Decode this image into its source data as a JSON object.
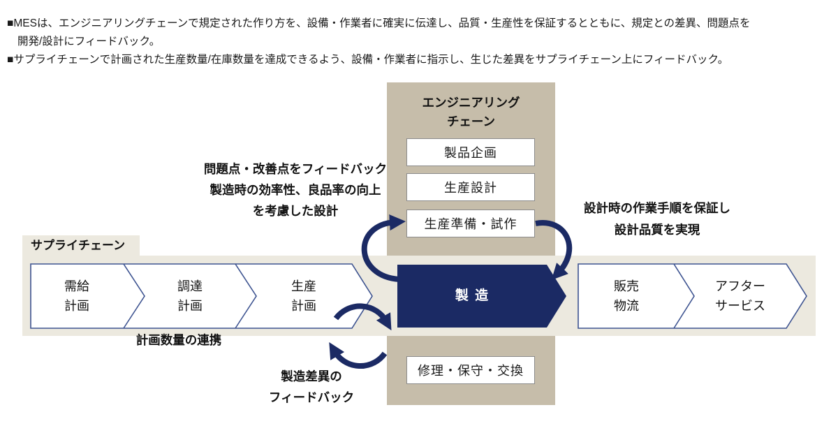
{
  "intro": {
    "bullet1_line1": "■MESは、エンジニアリングチェーンで規定された作り方を、設備・作業者に確実に伝達し、品質・生産性を保証するとともに、規定との差異、問題点を",
    "bullet1_line2": "開発/設計にフィードバック。",
    "bullet2": "■サプライチェーンで計画された生産数量/在庫数量を達成できるよう、設備・作業者に指示し、生じた差異をサプライチェーン上にフィードバック。"
  },
  "engineering_chain": {
    "title_line1": "エンジニアリング",
    "title_line2": "チェーン",
    "boxes": [
      "製品企画",
      "生産設計",
      "生産準備・試作"
    ],
    "bottom_box": "修理・保守・交換"
  },
  "supply_chain": {
    "label": "サプライチェーン",
    "steps_left": [
      [
        "需給",
        "計画"
      ],
      [
        "調達",
        "計画"
      ],
      [
        "生産",
        "計画"
      ]
    ],
    "manufacturing": "製 造",
    "steps_right": [
      [
        "販売",
        "物流"
      ],
      [
        "アフター",
        "サービス"
      ]
    ]
  },
  "annotations": {
    "design_feedback": [
      "問題点・改善点をフィードバック",
      "製造時の効率性、良品率の向上",
      "を考慮した設計"
    ],
    "quality": [
      "設計時の作業手順を保証し",
      "設計品質を実現"
    ],
    "plan_quantity": "計画数量の連携",
    "mfg_diff": [
      "製造差異の",
      "フィードバック"
    ]
  },
  "colors": {
    "navy": "#1b2a64",
    "tan_panel": "#c6bdaa",
    "beige_band": "#ece9df",
    "chevron_border": "#3d5390",
    "box_border": "#8b8b8b"
  }
}
